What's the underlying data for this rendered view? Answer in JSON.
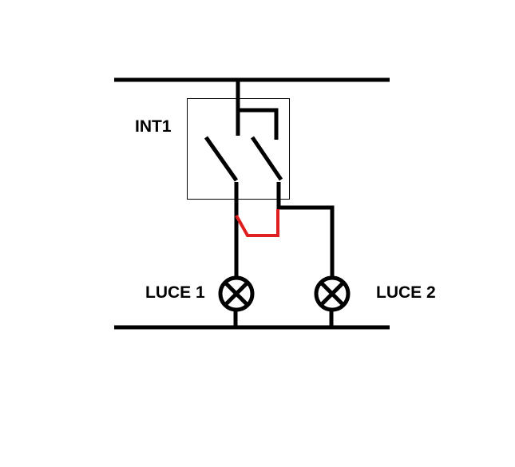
{
  "labels": {
    "switch": "INT1",
    "lamp1": "LUCE 1",
    "lamp2": "LUCE 2"
  },
  "colors": {
    "wire": "#000000",
    "bridge": "#e02020",
    "box": "#000000"
  }
}
